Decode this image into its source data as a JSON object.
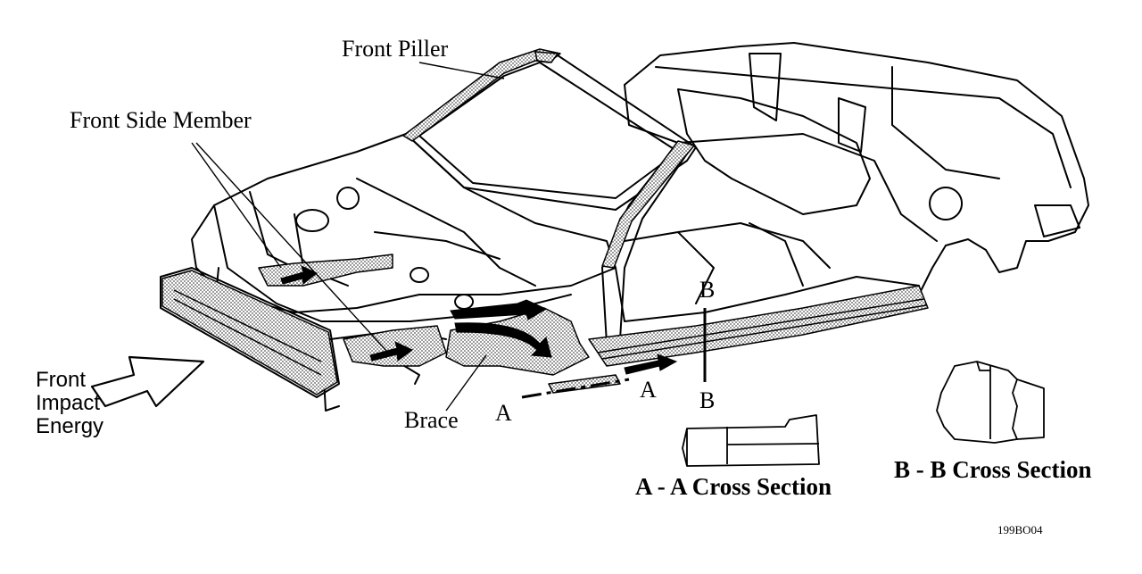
{
  "labels": {
    "front_piller": "Front Piller",
    "front_side_member": "Front Side Member",
    "front_impact_energy": [
      "Front",
      "Impact",
      "Energy"
    ],
    "brace": "Brace",
    "section_a": "A",
    "section_b": "B",
    "aa_cross_section": "A - A Cross Section",
    "bb_cross_section": "B - B Cross Section",
    "figure_code": "199BO04"
  },
  "colors": {
    "line": "#000000",
    "hatch": "#9a9a9a",
    "background": "#ffffff"
  }
}
